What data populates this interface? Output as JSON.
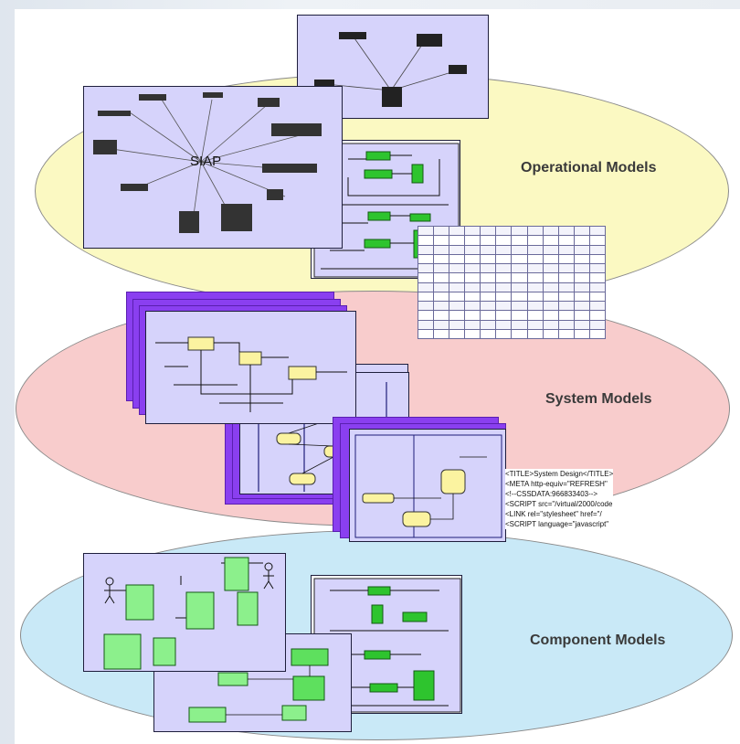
{
  "layers": {
    "operational": {
      "label": "Operational Models",
      "color": "#fbf9c2"
    },
    "system": {
      "label": "System Models",
      "color": "#f8cccc"
    },
    "component": {
      "label": "Component Models",
      "color": "#c9e9f7"
    }
  },
  "siap_label": "SIAP",
  "html_snippet": [
    "<TITLE>System Design</TITLE>",
    "<META http-equiv=\"REFRESH\"",
    "<!--CSSDATA:966833403-->",
    "<SCRIPT src=\"/virtual/2000/code",
    "<LINK rel=\"stylesheet\" href=\"/",
    "<SCRIPT language=\"javascript\""
  ],
  "colors": {
    "slide_bg": "#d6d3fb",
    "stack_purple": "#8a3ff0",
    "box_green": "#2ec42e",
    "box_yellow": "#fbf3a0"
  }
}
